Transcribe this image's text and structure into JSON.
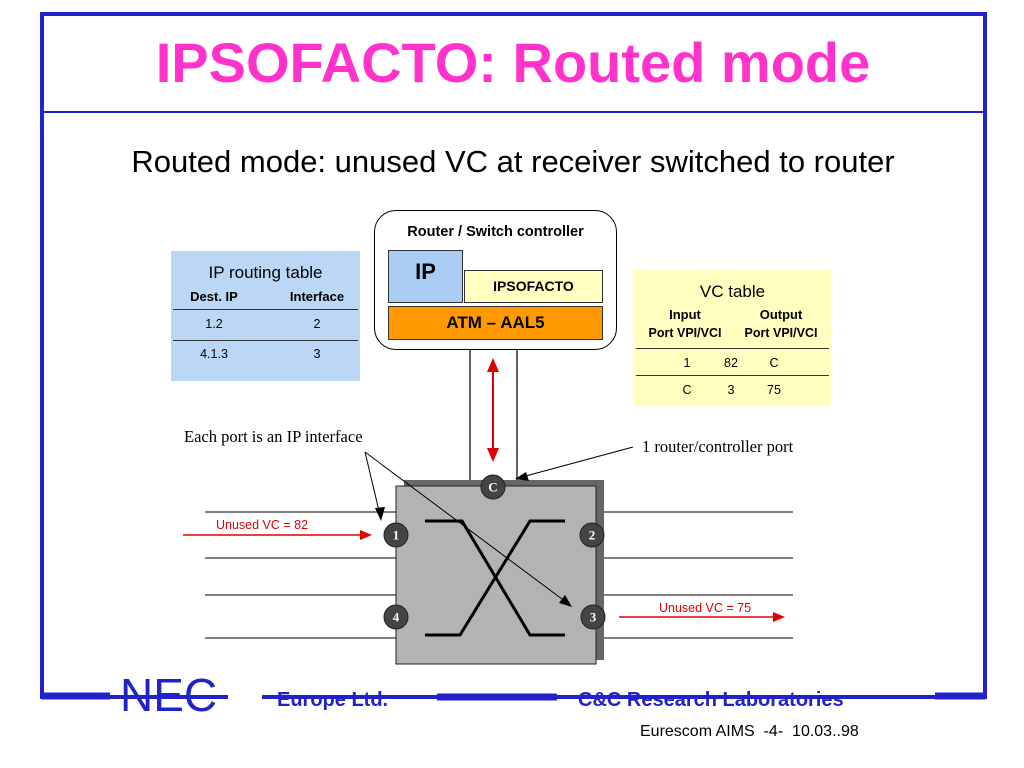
{
  "colors": {
    "frame": "#2222cc",
    "title": "#ff33cc",
    "ip_box": "#a9cdf2",
    "ipsofacto_box": "#ffffbf",
    "atm_box": "#ff9900",
    "routing_table_bg": "#bcd7f5",
    "vc_table_bg": "#ffffbf",
    "arrows": "#e00000",
    "switch": "#b3b3b3",
    "port": "#444444"
  },
  "title": "IPSOFACTO: Routed mode",
  "subtitle": "Routed mode: unused VC at receiver switched to router",
  "controller": {
    "label": "Router / Switch controller",
    "ip": "IP",
    "ipsofacto": "IPSOFACTO",
    "atm": "ATM – AAL5"
  },
  "routing_table": {
    "title": "IP routing table",
    "headers": [
      "Dest. IP",
      "Interface"
    ],
    "rows": [
      [
        "1.2",
        "2"
      ],
      [
        "4.1.3",
        "3"
      ]
    ]
  },
  "vc_table": {
    "title": "VC table",
    "headers": [
      "Input",
      "Output"
    ],
    "subheaders": [
      "Port VPI/VCI",
      "Port VPI/VCI"
    ],
    "rows": [
      [
        "1",
        "82",
        "C"
      ],
      [
        "C",
        "3",
        "75"
      ]
    ]
  },
  "annotations": {
    "each_port": "Each port is an IP interface",
    "router_port": "1 router/controller port",
    "unused_in": "Unused VC = 82",
    "unused_out": "Unused VC = 75"
  },
  "ports": {
    "c": "C",
    "p1": "1",
    "p2": "2",
    "p3": "3",
    "p4": "4"
  },
  "footer": {
    "nec": "NEC",
    "europe": "Europe Ltd.",
    "cc": "C&C Research Laboratories",
    "meta": "Eurescom AIMS  -4-  10.03..98"
  }
}
